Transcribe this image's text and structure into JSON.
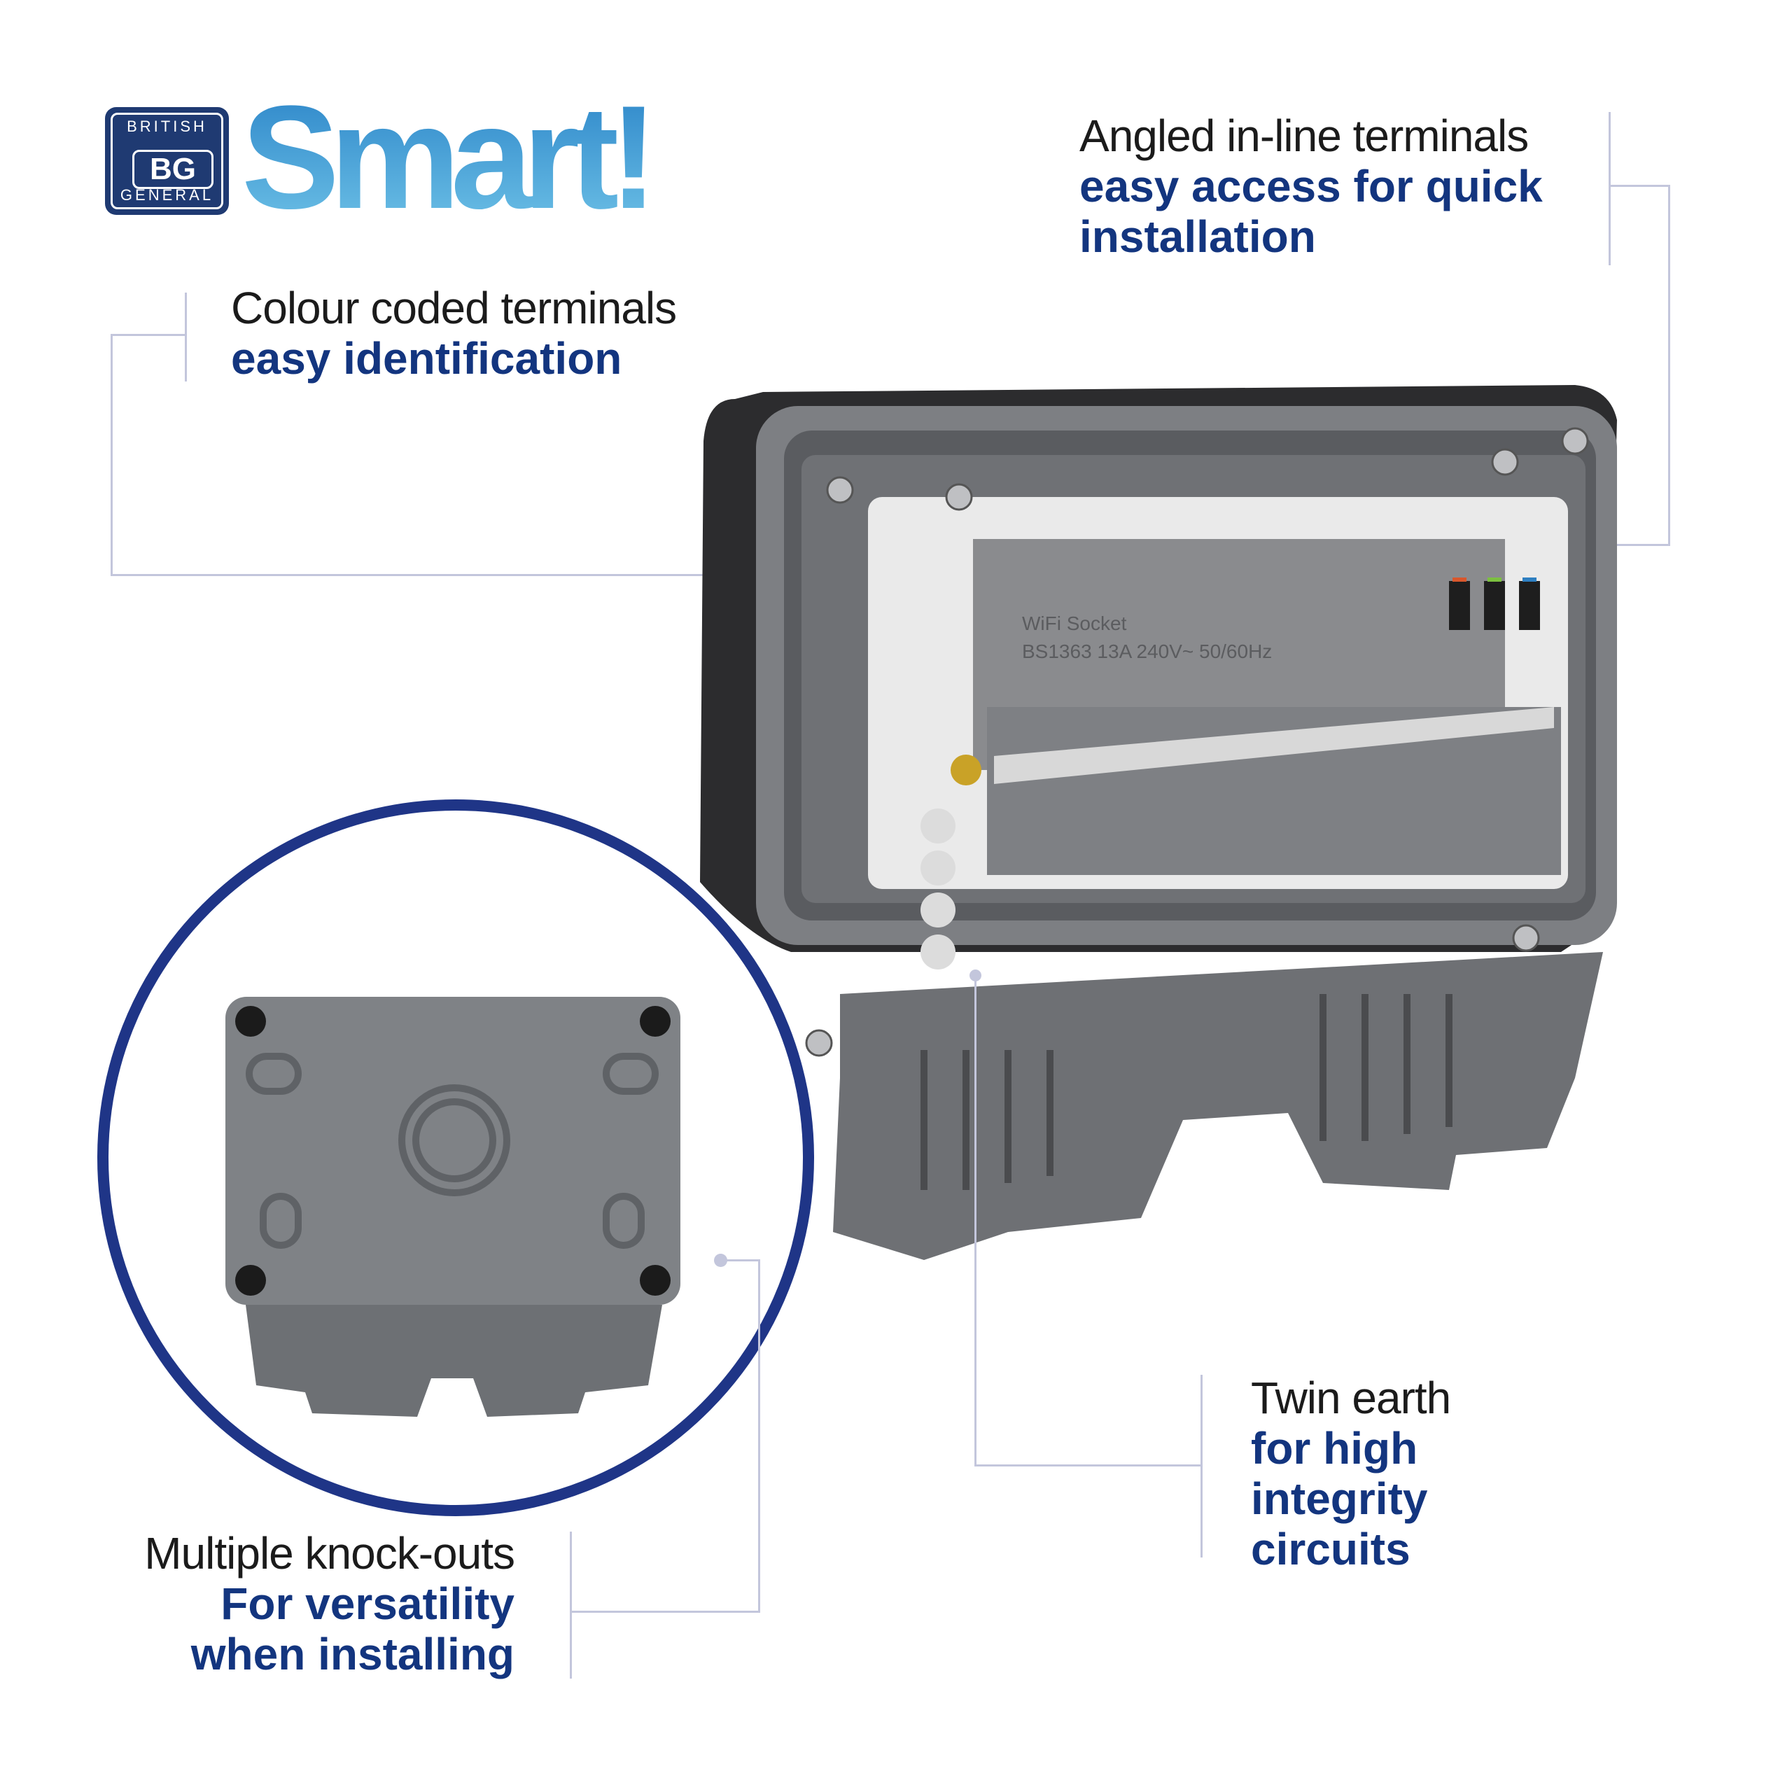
{
  "brand": {
    "logo_top": "BRITISH",
    "logo_mid": "BG",
    "logo_bottom": "GENERAL",
    "product_line": "Smart!",
    "accent_color": "#13357f",
    "smart_color": "#3a9ad8"
  },
  "features": [
    {
      "title": "Colour coded terminals",
      "lines": [
        "easy identification"
      ]
    },
    {
      "title": "Angled in-line terminals",
      "lines": [
        "easy access for quick",
        "installation"
      ]
    },
    {
      "title": "Twin earth",
      "lines": [
        "for high",
        "integrity",
        "circuits"
      ]
    },
    {
      "title": "Multiple knock-outs",
      "lines": [
        "For versatility",
        "when installing"
      ]
    }
  ],
  "product_label": {
    "line1": "WiFi Socket",
    "line2": "BS1363 13A 240V~ 50/60Hz"
  }
}
